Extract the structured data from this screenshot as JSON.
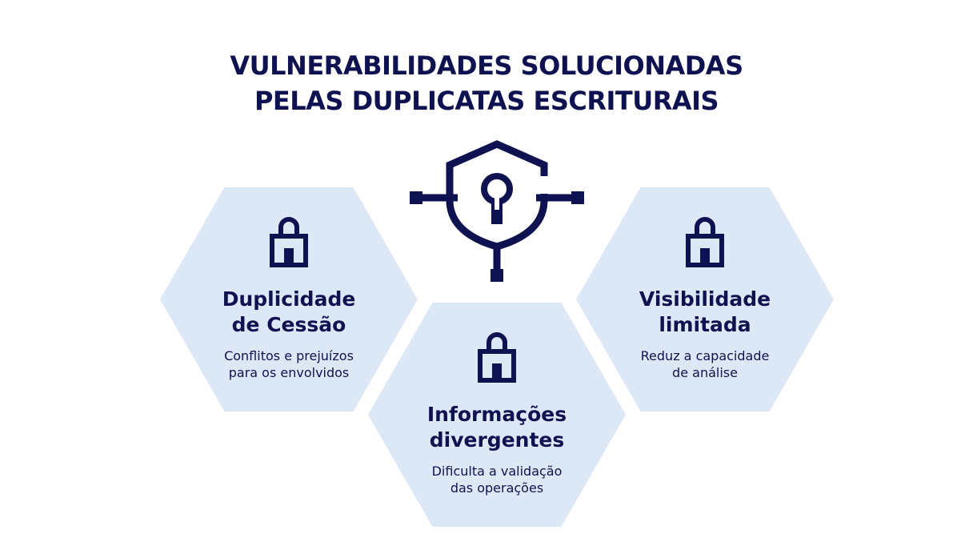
{
  "title": {
    "line1": "VULNERABILIDADES SOLUCIONADAS",
    "line2": "PELAS DUPLICATAS ESCRITURAIS"
  },
  "center_icon": "shield-keyhole-network-icon",
  "colors": {
    "navy": "#0f1250",
    "hexagon_fill": "#dde8f7",
    "background": "#ffffff"
  },
  "cards": [
    {
      "icon": "padlock-icon",
      "title_line1": "Duplicidade",
      "title_line2": "de Cessão",
      "desc_line1": "Conflitos e prejuízos",
      "desc_line2": "para os envolvidos"
    },
    {
      "icon": "padlock-icon",
      "title_line1": "Visibilidade",
      "title_line2": "limitada",
      "desc_line1": "Reduz a capacidade",
      "desc_line2": "de análise"
    },
    {
      "icon": "padlock-icon",
      "title_line1": "Informações",
      "title_line2": "divergentes",
      "desc_line1": "Dificulta a validação",
      "desc_line2": "das operações"
    }
  ]
}
